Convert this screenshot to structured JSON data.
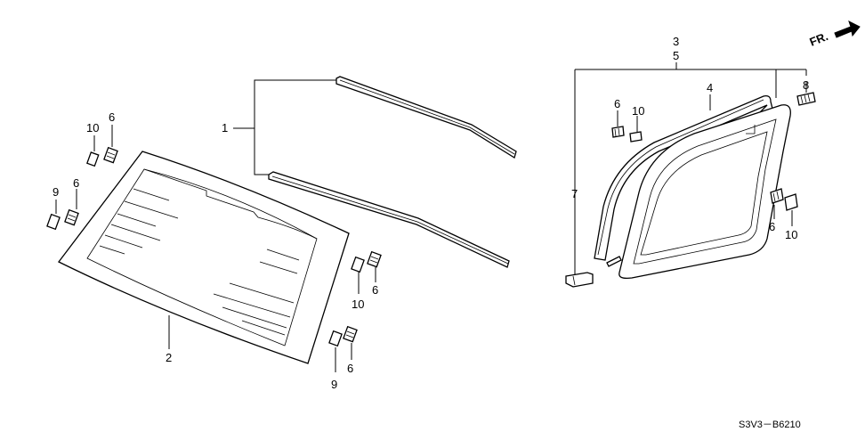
{
  "front_indicator": "FR.",
  "diagram_code": "S3V3－B6210",
  "callouts": {
    "c1": "1",
    "c2": "2",
    "c3": "3",
    "c4": "4",
    "c5": "5",
    "c6": "6",
    "c7": "7",
    "c8": "8",
    "c9": "9",
    "c10": "10"
  }
}
